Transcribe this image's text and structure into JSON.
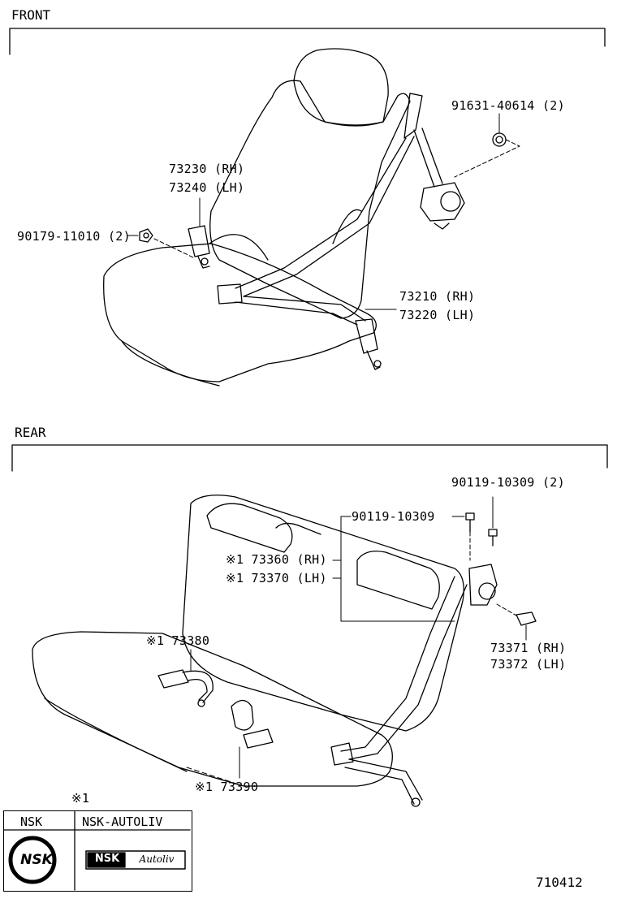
{
  "sections": {
    "front": "FRONT",
    "rear": "REAR"
  },
  "front_labels": {
    "bolt_top": "91631-40614 (2)",
    "buckle_rh": "73230 (RH)",
    "buckle_lh": "73240 (LH)",
    "nut": "90179-11010 (2)",
    "belt_rh": "73210 (RH)",
    "belt_lh": "73220 (LH)"
  },
  "rear_labels": {
    "bolt_top": "90119-10309 (2)",
    "bolt_single": "90119-10309",
    "belt_rh": "※1 73360 (RH)",
    "belt_lh": "※1 73370 (LH)",
    "cover_rh": "73371 (RH)",
    "cover_lh": "73372 (LH)",
    "buckle_a": "※1 73380",
    "buckle_b": "※1 73390"
  },
  "legend": {
    "note": "※1",
    "col1": "NSK",
    "col2": "NSK-AUTOLIV",
    "logo1_text": "NSK",
    "logo2_text_a": "NSK",
    "logo2_text_b": "Autoliv"
  },
  "footer_code": "710412"
}
